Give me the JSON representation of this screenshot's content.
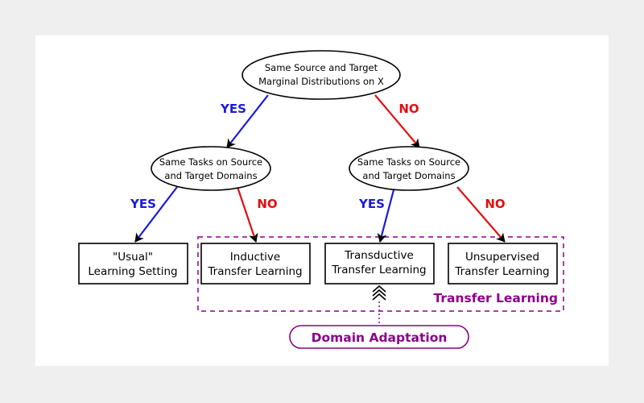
{
  "colors": {
    "yes": "#1a1adb",
    "no": "#e01010",
    "group": "#8b008b",
    "line": "#000000"
  },
  "root": {
    "line1": "Same Source and Target",
    "line2": "Marginal Distributions on X"
  },
  "left_question": {
    "line1": "Same Tasks on Source",
    "line2": "and Target Domains"
  },
  "right_question": {
    "line1": "Same Tasks on Source",
    "line2": "and Target Domains"
  },
  "edges": {
    "root_yes": "YES",
    "root_no": "NO",
    "left_yes": "YES",
    "left_no": "NO",
    "right_yes": "YES",
    "right_no": "NO"
  },
  "leaves": {
    "usual": {
      "line1": "\"Usual\"",
      "line2": "Learning Setting"
    },
    "inductive": {
      "line1": "Inductive",
      "line2": "Transfer Learning"
    },
    "transductive": {
      "line1": "Transductive",
      "line2": "Transfer Learning"
    },
    "unsupervised": {
      "line1": "Unsupervised",
      "line2": "Transfer Learning"
    }
  },
  "groups": {
    "transfer_learning": "Transfer Learning",
    "domain_adaptation": "Domain Adaptation"
  }
}
